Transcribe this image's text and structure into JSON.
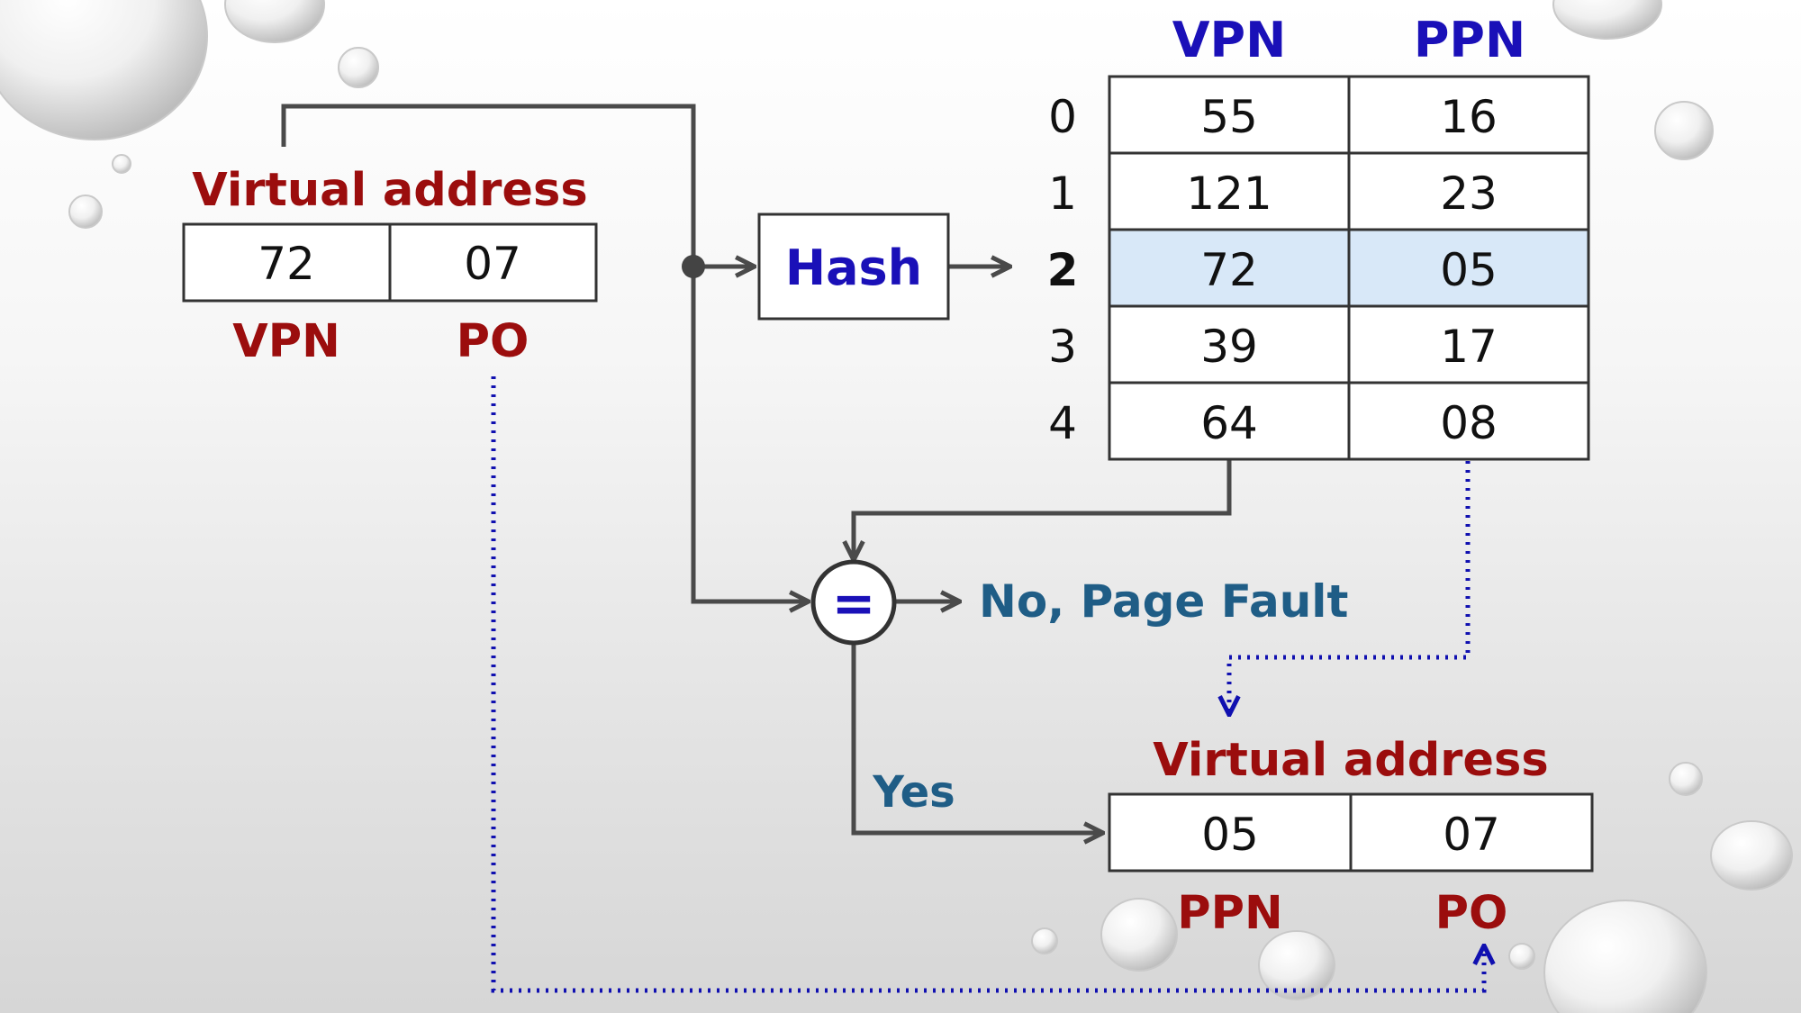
{
  "input_address": {
    "title": "Virtual address",
    "fields": [
      {
        "value": "72",
        "caption": "VPN"
      },
      {
        "value": "07",
        "caption": "PO"
      }
    ]
  },
  "hash": {
    "label": "Hash"
  },
  "page_table": {
    "headers": [
      "VPN",
      "PPN"
    ],
    "rows": [
      {
        "index": "0",
        "vpn": "55",
        "ppn": "16"
      },
      {
        "index": "1",
        "vpn": "121",
        "ppn": "23"
      },
      {
        "index": "2",
        "vpn": "72",
        "ppn": "05"
      },
      {
        "index": "3",
        "vpn": "39",
        "ppn": "17"
      },
      {
        "index": "4",
        "vpn": "64",
        "ppn": "08"
      }
    ],
    "highlighted_row": 2
  },
  "compare": {
    "symbol": "=",
    "no_label": "No, Page Fault",
    "yes_label": "Yes"
  },
  "output_address": {
    "title": "Virtual address",
    "fields": [
      {
        "value": "05",
        "caption": "PPN"
      },
      {
        "value": "07",
        "caption": "PO"
      }
    ]
  },
  "colors": {
    "title_red": "#9b0d0d",
    "header_blue": "#1a10b8",
    "status_teal": "#1f5d86",
    "highlight_fill": "#d8e8f8",
    "wire": "#4a4a4a",
    "dotted_link": "#1010b0"
  }
}
